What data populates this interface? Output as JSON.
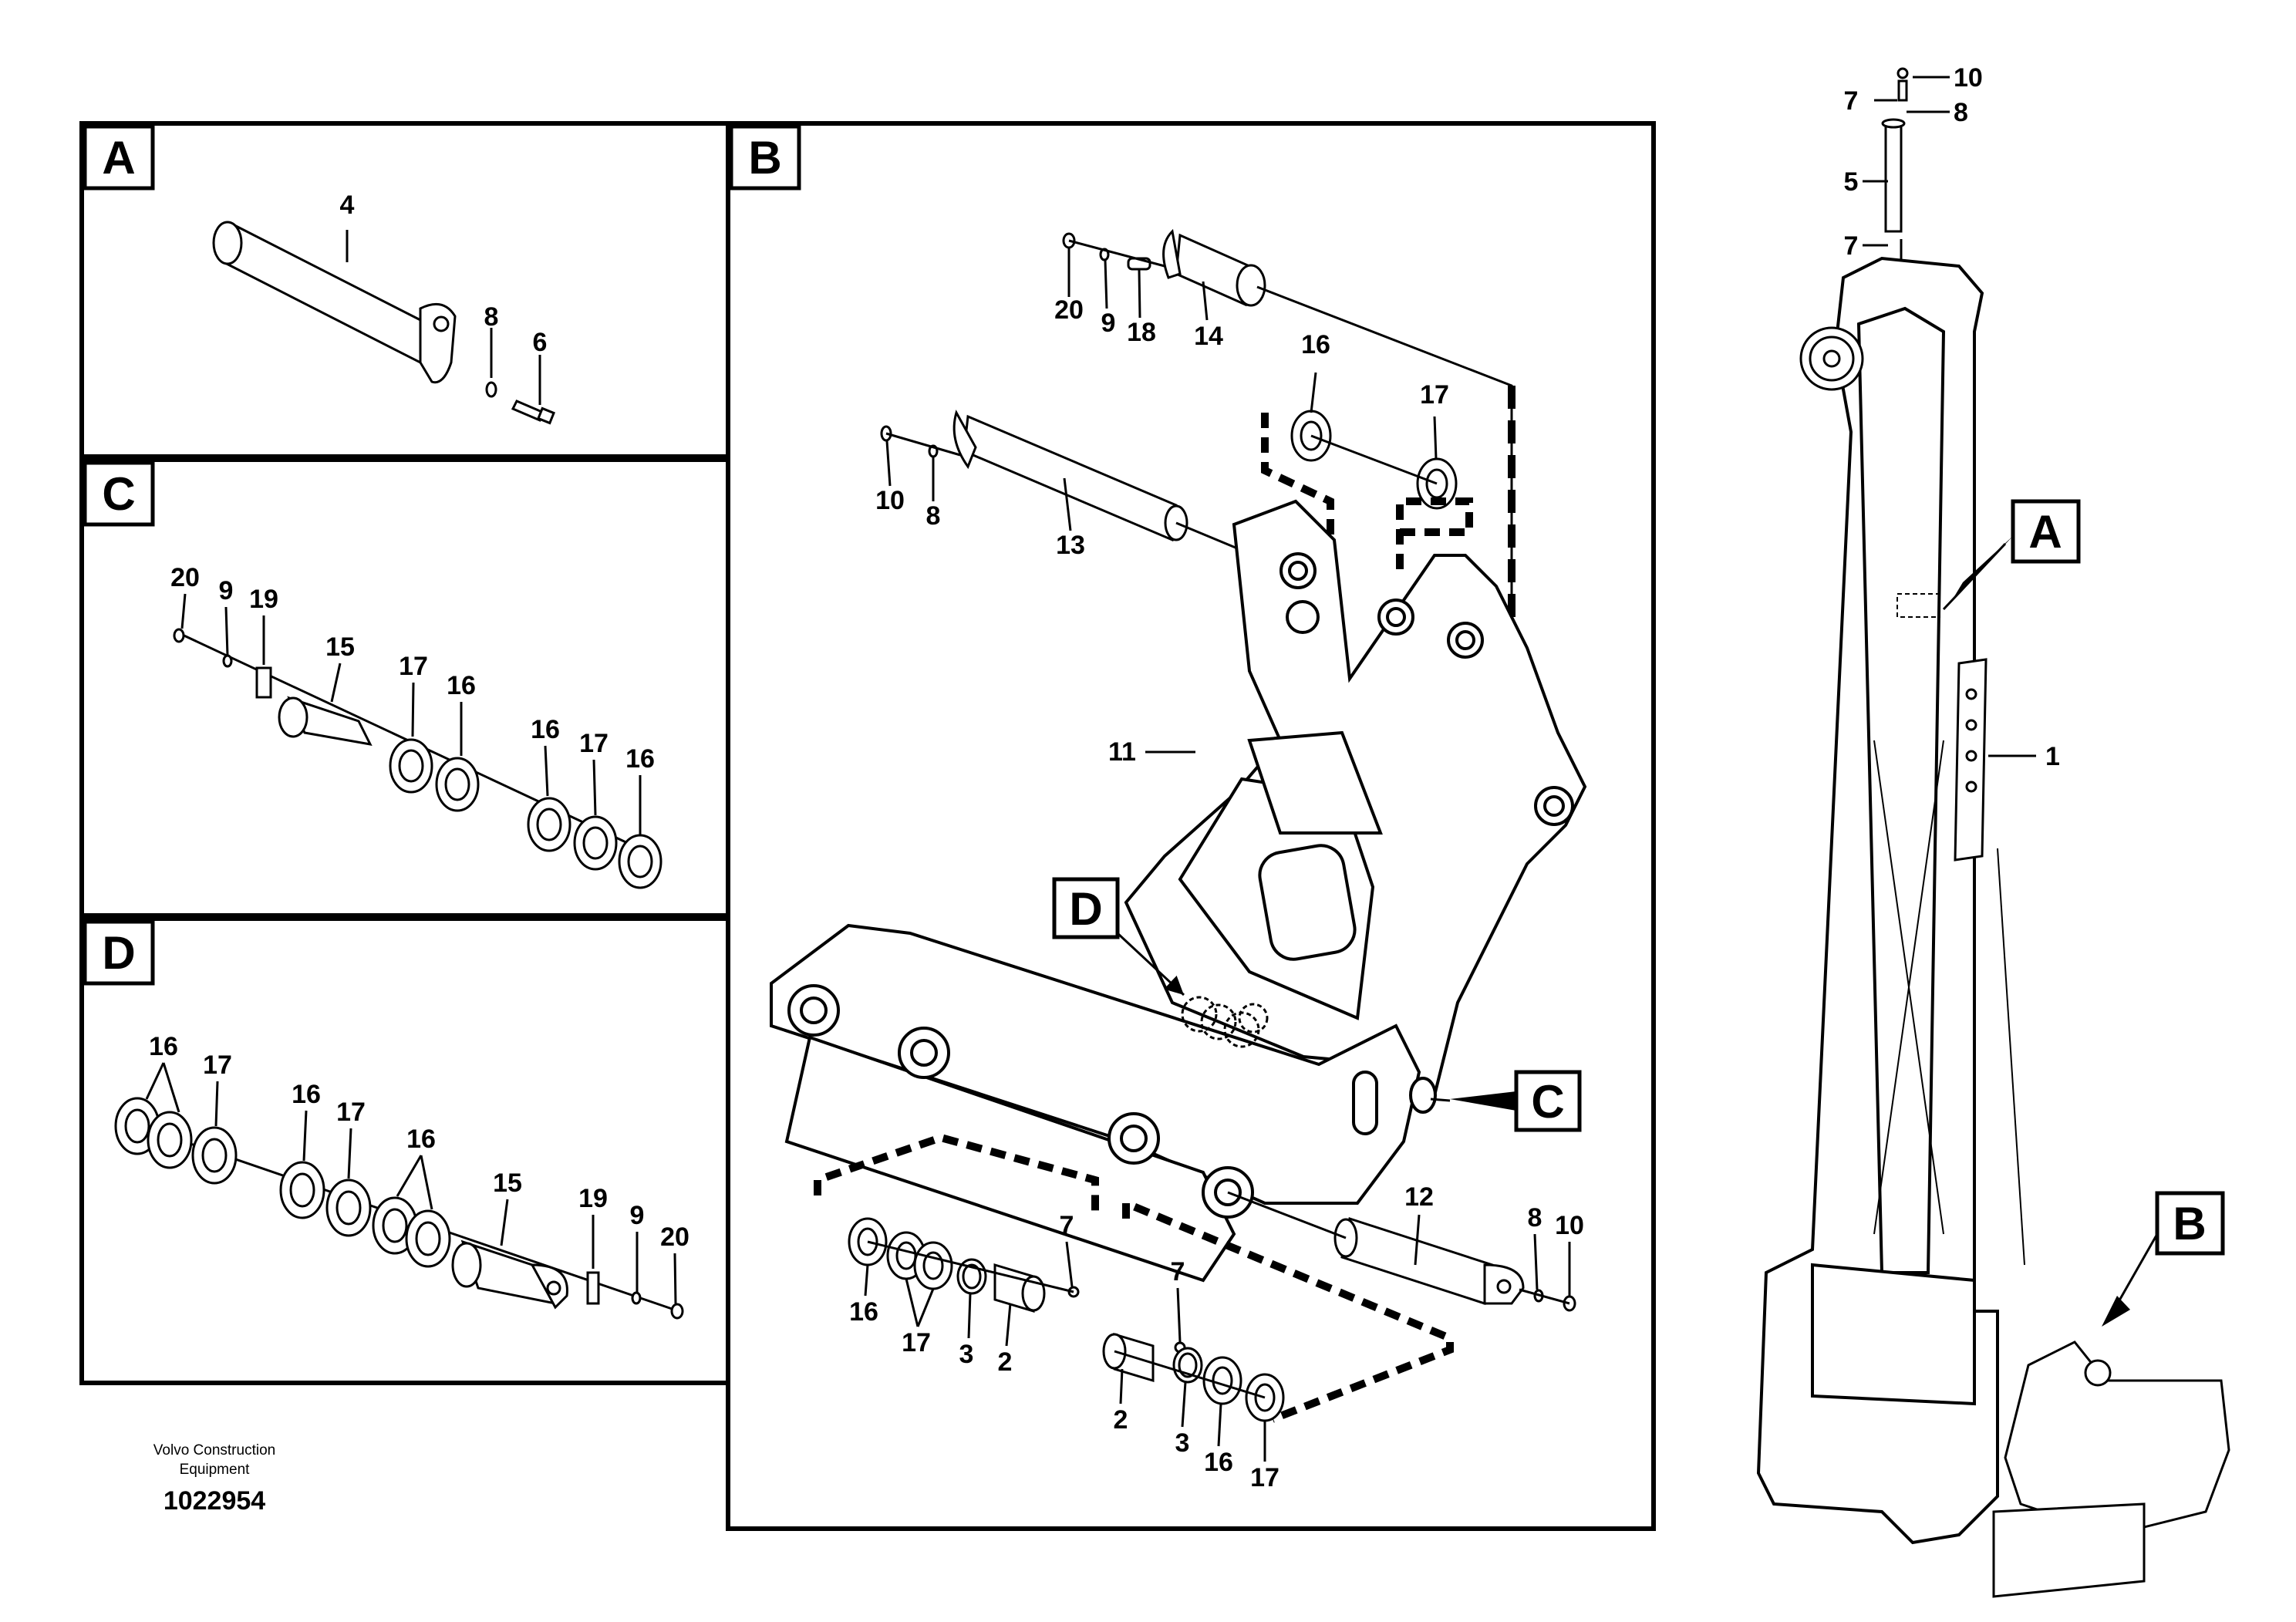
{
  "panels": [
    {
      "id": "A",
      "letter": "A"
    },
    {
      "id": "B",
      "letter": "B"
    },
    {
      "id": "C",
      "letter": "C"
    },
    {
      "id": "D",
      "letter": "D"
    }
  ],
  "callouts": {
    "A": "A",
    "B": "B",
    "C": "C",
    "D": "D"
  },
  "labels": {
    "panelA": [
      "4",
      "8",
      "6"
    ],
    "panelC": [
      "20",
      "9",
      "19",
      "15",
      "17",
      "16",
      "16",
      "17",
      "16"
    ],
    "panelD": [
      "16",
      "17",
      "16",
      "17",
      "16",
      "15",
      "19",
      "9",
      "20"
    ],
    "panelB": [
      "20",
      "9",
      "18",
      "14",
      "16",
      "17",
      "10",
      "8",
      "13",
      "11",
      "12",
      "8",
      "10",
      "7",
      "7",
      "16",
      "17",
      "3",
      "2",
      "2",
      "3",
      "16",
      "17"
    ],
    "overview": [
      "10",
      "7",
      "8",
      "5",
      "7",
      "1"
    ]
  },
  "footer": {
    "company_line1": "Volvo Construction",
    "company_line2": "Equipment",
    "drawing_number": "1022954"
  }
}
